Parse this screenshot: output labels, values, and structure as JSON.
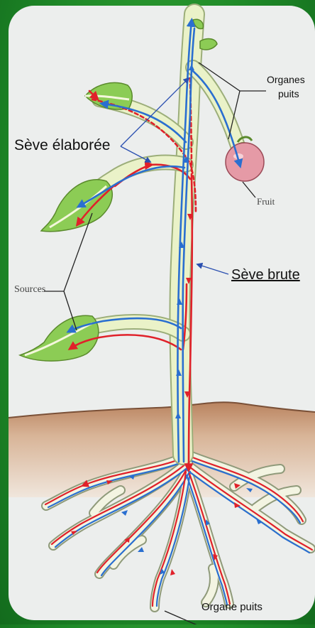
{
  "labels": {
    "seve_elaboree": "Sève élaborée",
    "organes_puits_line1": "Organes",
    "organes_puits_line2": "puits",
    "fruit": "Fruit",
    "seve_brute": "Sève brute",
    "sources": "Sources",
    "organe_puits": "Organe puits"
  },
  "colors": {
    "frame_green": "#1f8a28",
    "panel_bg": "#eceeed",
    "soil": "#c99a78",
    "stem_fill": "#eaf2c8",
    "stem_outline": "#9cae7a",
    "leaf_green": "#8ccc55",
    "fruit_red": "#e59aa6",
    "xylem_blue": "#2a6fd0",
    "phloem_red": "#e0212a"
  }
}
